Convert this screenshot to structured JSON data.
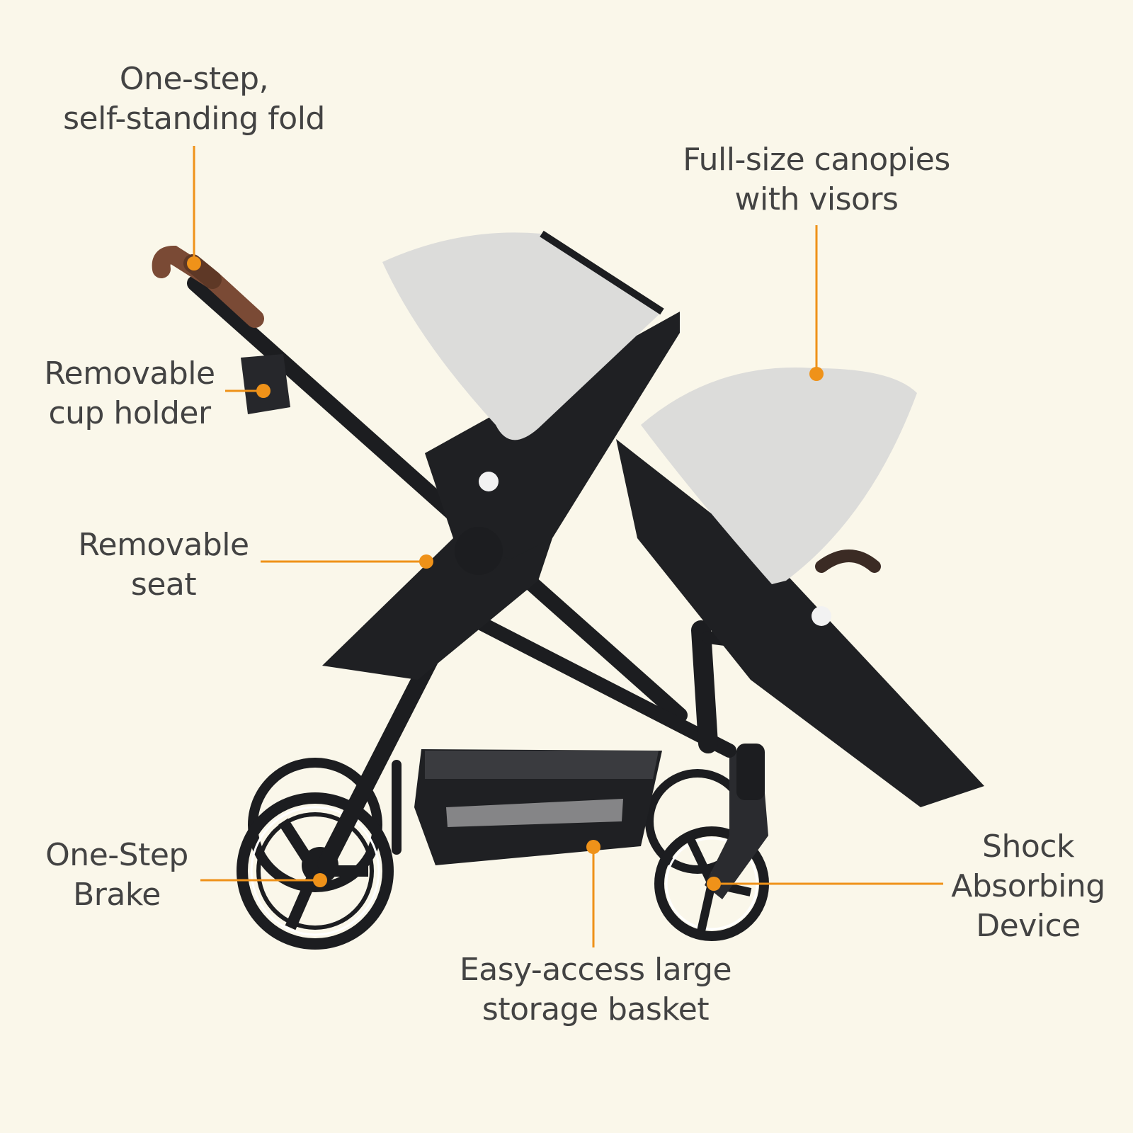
{
  "colors": {
    "background": "#faf7ea",
    "text": "#434343",
    "callout": "#ef9219",
    "frame": "#1c1d20",
    "canopy": "#dcdcda",
    "handle_leather": "#7a4a35"
  },
  "callouts": [
    {
      "id": "fold",
      "lines": [
        "One-step,",
        "self-standing fold"
      ]
    },
    {
      "id": "canopies",
      "lines": [
        "Full-size canopies",
        "with visors"
      ]
    },
    {
      "id": "cup-holder",
      "lines": [
        "Removable",
        "cup holder"
      ]
    },
    {
      "id": "seat",
      "lines": [
        "Removable",
        "seat"
      ]
    },
    {
      "id": "brake",
      "lines": [
        "One-Step",
        "Brake"
      ]
    },
    {
      "id": "basket",
      "lines": [
        "Easy-access large",
        "storage basket"
      ]
    },
    {
      "id": "shock",
      "lines": [
        "Shock",
        "Absorbing",
        "Device"
      ]
    }
  ],
  "product": {
    "name": "double stroller",
    "seats": 2
  }
}
